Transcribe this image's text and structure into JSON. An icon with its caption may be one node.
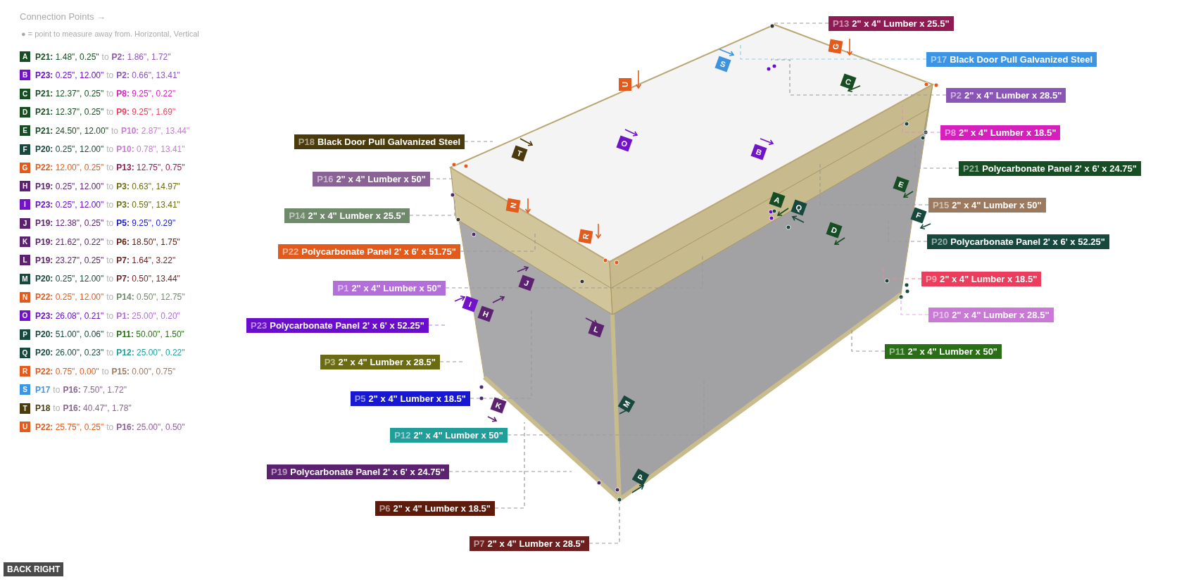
{
  "diagram": {
    "title": "Connection Points →",
    "nodes": [
      {
        "text": [
          "A"
        ],
        "beside": [
          "**P21:** 1.48\", 0.25\"",
          "to",
          "**P2:** 1.86\", 1.72\""
        ]
      },
      {
        "text": [
          "B"
        ],
        "beside": [
          "**P23:** 0.25\", 12.00\"",
          "to",
          "**P2:** 0.66\", 13.41\""
        ]
      },
      {
        "text": [
          "C"
        ],
        "beside": [
          "**P21:** 12.37\", 0.25\"",
          "to",
          "**P8:** 9.25\", 0.22\""
        ]
      },
      {
        "text": [
          "D"
        ],
        "beside": [
          "**P21:** 12.37\", 0.25\"",
          "to",
          "**P9:** 9.25\", 1.69\""
        ]
      },
      {
        "text": [
          "E"
        ],
        "beside": [
          "**P21:** 24.50\", 12.00\"",
          "to",
          "**P10:** 2.87\", 13.44\""
        ]
      },
      {
        "text": [
          "F"
        ],
        "beside": [
          "**P20:** 0.25\", 12.00\"",
          "to",
          "**P10:** 0.78\", 13.41\""
        ]
      },
      {
        "text": [
          "G"
        ],
        "beside": [
          "**P22:** 12.00\", 0.25\"",
          "to",
          "**P13:** 12.75\", 0.75\""
        ]
      },
      {
        "text": [
          "H"
        ],
        "beside": [
          "**P19:** 0.25\", 12.00\"",
          "to",
          "**P3:** 0.63\", 14.97\""
        ]
      },
      {
        "text": [
          "I"
        ],
        "beside": [
          "**P23:** 0.25\", 12.00\"",
          "to",
          "**P3:** 0.59\", 13.41\""
        ]
      },
      {
        "text": [
          "J"
        ],
        "beside": [
          "**P19:** 12.38\", 0.25\"",
          "to",
          "**P5:** 9.25\", 0.29\""
        ]
      },
      {
        "text": [
          "K"
        ],
        "beside": [
          "**P19:** 21.62\", 0.22\"",
          "to",
          "**P6:** 18.50\", 1.75\""
        ]
      },
      {
        "text": [
          "L"
        ],
        "beside": [
          "**P19:** 23.27\", 0.25\"",
          "to",
          "**P7:** 1.64\", 3.22\""
        ]
      },
      {
        "text": [
          "M"
        ],
        "beside": [
          "**P20:** 0.25\", 12.00\"",
          "to",
          "**P7:** 0.50\", 13.44\""
        ]
      },
      {
        "text": [
          "N"
        ],
        "beside": [
          "**P22:** 0.25\", 12.00\"",
          "to",
          "**P14:** 0.50\", 12.75\""
        ]
      },
      {
        "text": [
          "O"
        ],
        "beside": [
          "**P23:** 26.08\", 0.21\"",
          "to",
          "**P1:** 25.00\", 0.20\""
        ]
      },
      {
        "text": [
          "P"
        ],
        "beside": [
          "**P20:** 51.00\", 0.06\"",
          "to",
          "**P11:** 50.00\", 1.50\""
        ]
      },
      {
        "text": [
          "Q"
        ],
        "beside": [
          "**P20:** 26.00\", 0.23\"",
          "to",
          "**P12:** 25.00\", 0.22\""
        ]
      },
      {
        "text": [
          "R"
        ],
        "beside": [
          "**P22:** 0.75\", 0.00\"",
          "to",
          "**P15:** 0.00\", 0.75\""
        ]
      },
      {
        "text": [
          "S"
        ],
        "beside": [
          "**P17**",
          "to",
          "**P16:** 7.50\", 1.72\""
        ]
      },
      {
        "text": [
          "T"
        ],
        "beside": [
          "**P18**",
          "to",
          "**P16:** 40.47\", 1.78\""
        ]
      },
      {
        "text": [
          "U"
        ],
        "beside": [
          "**P22:** 25.75\", 0.25\"",
          "to",
          "**P16:** 25.00\", 0.50\""
        ]
      },
      {
        "text": [
          "BACK RIGHT"
        ]
      },
      {
        "text": [
          "P13",
          "2\" x 4\" Lumber x 25.5\""
        ]
      },
      {
        "text": [
          "P17",
          "Black Door Pull Galvanized Steel"
        ]
      },
      {
        "text": [
          "P2",
          "2\" x 4\" Lumber x 28.5\""
        ]
      },
      {
        "text": [
          "P8",
          "2\" x 4\" Lumber x 18.5\""
        ]
      },
      {
        "text": [
          "P21",
          "Polycarbonate Panel 2' x 6' x 24.75\""
        ]
      },
      {
        "text": [
          "P15",
          "2\" x 4\" Lumber x 50\""
        ]
      },
      {
        "text": [
          "P20",
          "Polycarbonate Panel 2' x 6' x 52.25\""
        ]
      },
      {
        "text": [
          "P9",
          "2\" x 4\" Lumber x 18.5\""
        ]
      },
      {
        "text": [
          "P10",
          "2\" x 4\" Lumber x 28.5\""
        ]
      },
      {
        "text": [
          "P11",
          "2\" x 4\" Lumber x 50\""
        ]
      },
      {
        "text": [
          "P18",
          "Black Door Pull Galvanized Steel"
        ]
      },
      {
        "text": [
          "P16",
          "2\" x 4\" Lumber x 50\""
        ]
      },
      {
        "text": [
          "P14",
          "2\" x 4\" Lumber x 25.5\""
        ]
      },
      {
        "text": [
          "P22",
          "Polycarbonate Panel 2' x 6' x 51.75\""
        ]
      },
      {
        "text": [
          "P1",
          "2\" x 4\" Lumber x 50\""
        ]
      },
      {
        "text": [
          "P23",
          "Polycarbonate Panel 2' x 6' x 52.25\""
        ]
      },
      {
        "text": [
          "P3",
          "2\" x 4\" Lumber x 28.5\""
        ]
      },
      {
        "text": [
          "P5",
          "2\" x 4\" Lumber x 18.5\""
        ]
      },
      {
        "text": [
          "P12",
          "2\" x 4\" Lumber x 50\""
        ]
      },
      {
        "text": [
          "P19",
          "Polycarbonate Panel 2' x 6' x 24.75\""
        ]
      },
      {
        "text": [
          "P6",
          "2\" x 4\" Lumber x 18.5\""
        ]
      },
      {
        "text": [
          "P7",
          "2\" x 4\" Lumber x 28.5\""
        ]
      },
      {
        "text": [
          "G"
        ]
      },
      {
        "text": [
          "S"
        ]
      },
      {
        "text": [
          "U"
        ]
      },
      {
        "text": [
          "C"
        ]
      },
      {
        "text": [
          "O"
        ]
      },
      {
        "text": [
          "B"
        ]
      },
      {
        "text": [
          "T"
        ]
      },
      {
        "text": [
          "E"
        ]
      },
      {
        "text": [
          "A"
        ]
      },
      {
        "text": [
          "F"
        ]
      },
      {
        "text": [
          "N"
        ]
      },
      {
        "text": [
          "Q"
        ]
      },
      {
        "text": [
          "D"
        ]
      },
      {
        "text": [
          "R"
        ]
      },
      {
        "text": [
          "J"
        ]
      },
      {
        "text": [
          "I"
        ]
      },
      {
        "text": [
          "H"
        ]
      },
      {
        "text": [
          "L"
        ]
      },
      {
        "text": [
          "M"
        ]
      },
      {
        "text": [
          "K"
        ]
      },
      {
        "text": [
          "P"
        ]
      }
    ],
    "edges": [
      {
        "from": 22,
        "to": null,
        "arrow": "none",
        "style": "dashed"
      },
      {
        "from": 23,
        "to": null,
        "arrow": "none",
        "style": "dashed",
        "color": "#8ecfe6"
      },
      {
        "from": 24,
        "to": null,
        "arrow": "none",
        "style": "dashed"
      },
      {
        "from": 25,
        "to": null,
        "arrow": "none",
        "style": "dashed",
        "color": "#e58ac8"
      },
      {
        "from": 26,
        "to": null,
        "arrow": "none",
        "style": "dashed"
      },
      {
        "from": 27,
        "to": null,
        "arrow": "none",
        "style": "dashed"
      },
      {
        "from": 28,
        "to": null,
        "arrow": "none",
        "style": "dashed"
      },
      {
        "from": 29,
        "to": null,
        "arrow": "none",
        "style": "dashed",
        "color": "#ec8a96"
      },
      {
        "from": 30,
        "to": null,
        "arrow": "none",
        "style": "dashed",
        "color": "#e3a6e6"
      },
      {
        "from": 31,
        "to": null,
        "arrow": "none",
        "style": "dashed"
      },
      {
        "from": 32,
        "to": null,
        "arrow": "none",
        "style": "dashed"
      },
      {
        "from": 33,
        "to": null,
        "arrow": "none",
        "style": "dashed"
      },
      {
        "from": 34,
        "to": null,
        "arrow": "none",
        "style": "dashed"
      },
      {
        "from": 35,
        "to": null,
        "arrow": "none",
        "style": "dashed"
      },
      {
        "from": 36,
        "to": null,
        "arrow": "none",
        "style": "dashed"
      },
      {
        "from": 37,
        "to": null,
        "arrow": "none",
        "style": "dashed",
        "color": "#a97fd6"
      },
      {
        "from": 38,
        "to": null,
        "arrow": "none",
        "style": "dashed"
      },
      {
        "from": 39,
        "to": null,
        "arrow": "none",
        "style": "dashed"
      },
      {
        "from": 40,
        "to": null,
        "arrow": "none",
        "style": "dashed"
      },
      {
        "from": 41,
        "to": null,
        "arrow": "none",
        "style": "dashed"
      },
      {
        "from": 42,
        "to": null,
        "arrow": "none",
        "style": "dashed"
      },
      {
        "from": 43,
        "to": null,
        "arrow": "none",
        "style": "dashed"
      }
    ],
    "labels": [
      "● = point to measure away from. Horizontal, Vertical"
    ]
  }
}
